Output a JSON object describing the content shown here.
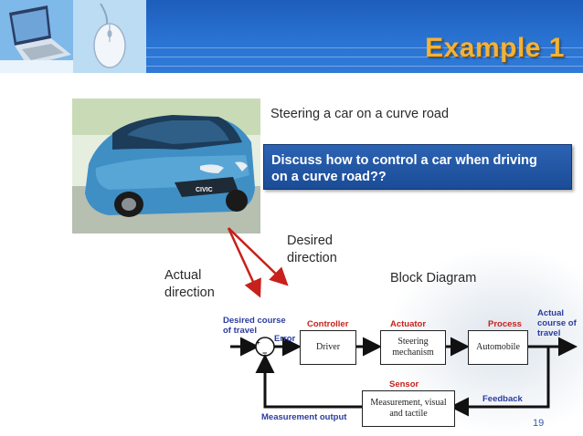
{
  "header": {
    "title": "Example 1"
  },
  "content": {
    "subtitle": "Steering a car on a curve road",
    "discuss_line1": "Discuss how to control a car when driving",
    "discuss_line2": "on a curve road??",
    "desired_label_line1": "Desired",
    "desired_label_line2": "direction",
    "actual_label_line1": "Actual",
    "actual_label_line2": "direction",
    "block_diagram_label": "Block Diagram",
    "car_badge": "CIVIC"
  },
  "diagram": {
    "input_line1": "Desired course",
    "input_line2": "of travel",
    "controller_label": "Controller",
    "actuator_label": "Actuator",
    "process_label": "Process",
    "error_label": "Error",
    "output_line1": "Actual",
    "output_line2": "course of",
    "output_line3": "travel",
    "sensor_label": "Sensor",
    "feedback_label": "Feedback",
    "measurement_output_label": "Measurement output",
    "minus_sign": "−",
    "plus_sign": "+",
    "blocks": {
      "driver": "Driver",
      "steering_line1": "Steering",
      "steering_line2": "mechanism",
      "automobile": "Automobile",
      "measurement_line1": "Measurement, visual",
      "measurement_line2": "and tactile"
    }
  },
  "footer": {
    "page_number": "19"
  },
  "colors": {
    "header_blue": "#2a73d2",
    "title_gold": "#f0b33a",
    "arrow_red": "#c8201a",
    "box_blue": "#1b4c97",
    "label_blue": "#2b3c9e"
  }
}
